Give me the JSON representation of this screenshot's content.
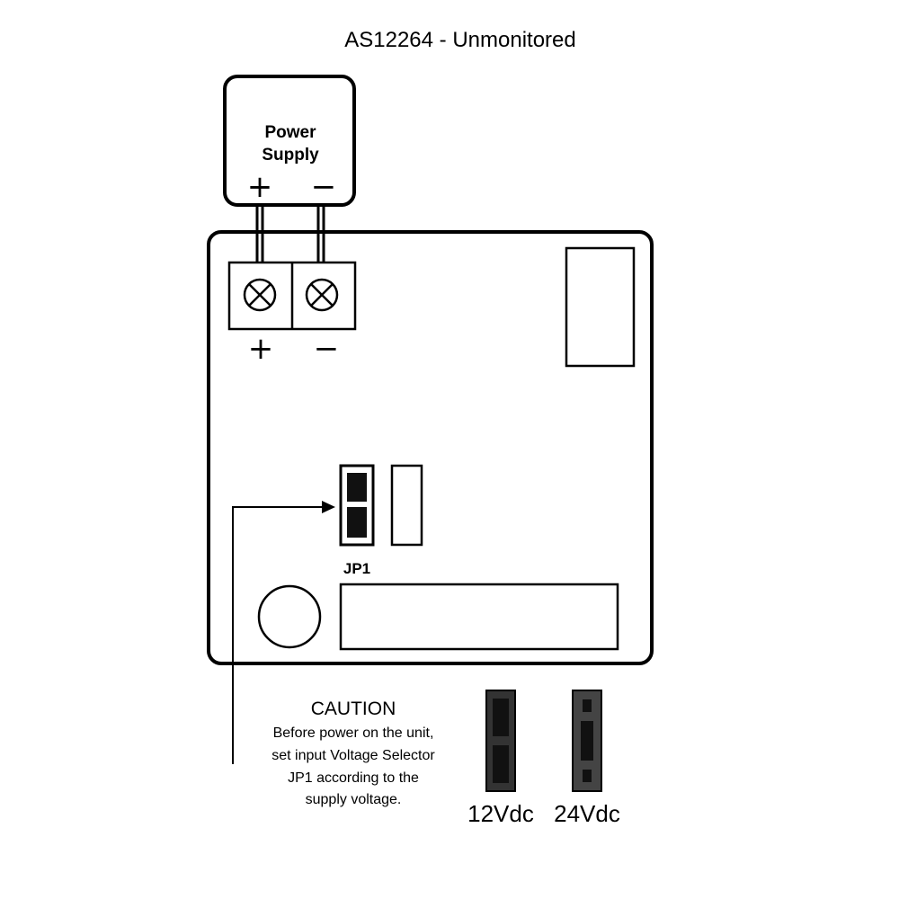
{
  "title": "AS12264 - Unmonitored",
  "power_supply": {
    "label_line1": "Power",
    "label_line2": "Supply",
    "plus_sign": "+",
    "minus_sign": "−"
  },
  "terminal_block": {
    "plus_sign": "+",
    "minus_sign": "−"
  },
  "jumper": {
    "label": "JP1"
  },
  "caution": {
    "heading": "CAUTION",
    "lines": [
      "Before power on the unit,",
      "set input Voltage Selector",
      "JP1 according to the",
      "supply voltage."
    ]
  },
  "voltage_options": [
    {
      "label": "12Vdc"
    },
    {
      "label": "24Vdc"
    }
  ],
  "colors": {
    "line": "#000000",
    "jumper_fill": "#1a1a1a",
    "legend_jumper_fill": "#3a3a3a"
  }
}
